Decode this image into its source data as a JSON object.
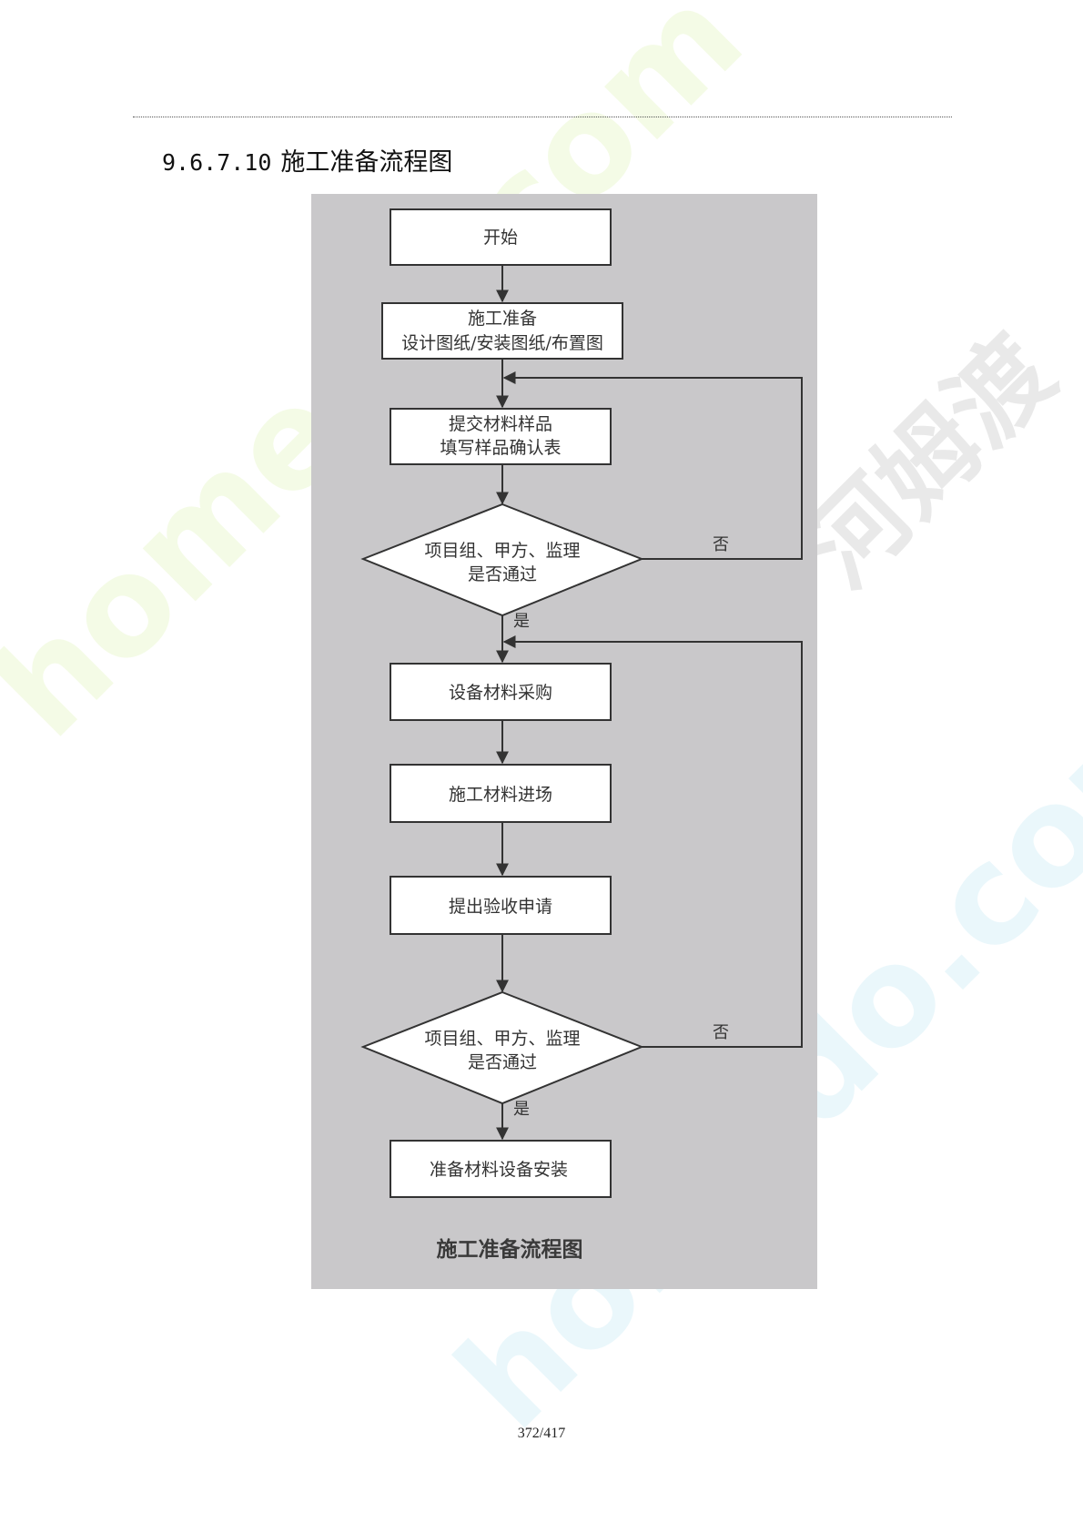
{
  "document": {
    "section_number": "9.6.7.10",
    "section_title": "施工准备流程图",
    "page_number": "372/417"
  },
  "flowchart": {
    "caption": "施工准备流程图",
    "nodes": [
      {
        "id": "start",
        "shape": "process",
        "lines": [
          "开始"
        ]
      },
      {
        "id": "prep",
        "shape": "process",
        "lines": [
          "施工准备",
          "设计图纸/安装图纸/布置图"
        ]
      },
      {
        "id": "sample",
        "shape": "process",
        "lines": [
          "提交材料样品",
          "填写样品确认表"
        ]
      },
      {
        "id": "review1",
        "shape": "decision",
        "lines": [
          "项目组、甲方、监理",
          "是否通过"
        ]
      },
      {
        "id": "purchase",
        "shape": "process",
        "lines": [
          "设备材料采购"
        ]
      },
      {
        "id": "arrive",
        "shape": "process",
        "lines": [
          "施工材料进场"
        ]
      },
      {
        "id": "inspect",
        "shape": "process",
        "lines": [
          "提出验收申请"
        ]
      },
      {
        "id": "review2",
        "shape": "decision",
        "lines": [
          "项目组、甲方、监理",
          "是否通过"
        ]
      },
      {
        "id": "install",
        "shape": "process",
        "lines": [
          "准备材料设备安装"
        ]
      }
    ],
    "edge_labels": {
      "review1_yes": "是",
      "review1_no": "否",
      "review2_yes": "是",
      "review2_no": "否"
    }
  },
  "watermarks": [
    "homedo.com",
    "河姆渡"
  ]
}
